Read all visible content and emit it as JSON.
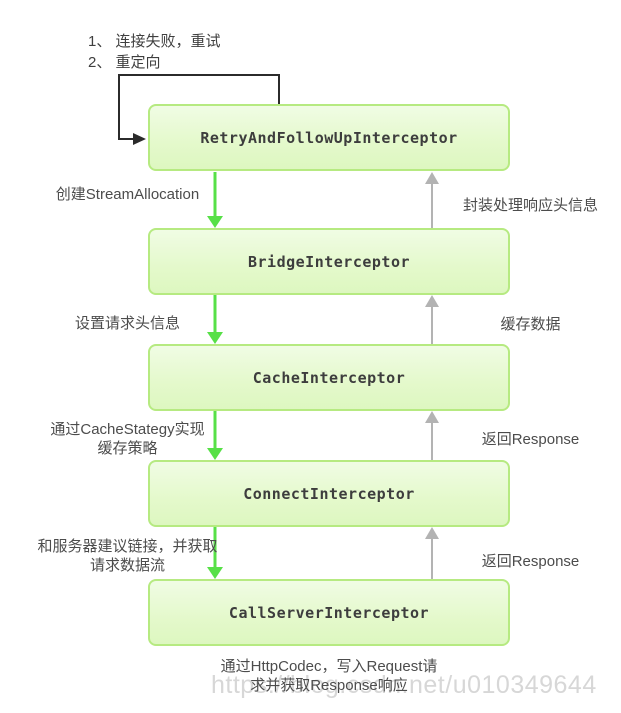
{
  "colors": {
    "box_fill_top": "#f0fce4",
    "box_fill_bottom": "#ddf7c0",
    "box_border": "#b6ea81",
    "box_text": "#3d3d3d",
    "down_arrow_green": "#57e047",
    "up_arrow_gray": "#b3b3b3",
    "loop_line": "#2b2b2b",
    "label_text": "#4c4c4c",
    "watermark_text": "#d7d7d7"
  },
  "top_notes": {
    "line1": "1、 连接失败，重试",
    "line2": "2、 重定向"
  },
  "boxes": [
    {
      "label": "RetryAndFollowUpInterceptor"
    },
    {
      "label": "BridgeInterceptor"
    },
    {
      "label": "CacheInterceptor"
    },
    {
      "label": "ConnectInterceptor"
    },
    {
      "label": "CallServerInterceptor"
    }
  ],
  "left_labels": [
    {
      "lines": [
        "创建StreamAllocation"
      ]
    },
    {
      "lines": [
        "设置请求头信息"
      ]
    },
    {
      "lines": [
        "通过CacheStategy实现",
        "缓存策略"
      ]
    },
    {
      "lines": [
        "和服务器建议链接，并获取",
        "请求数据流"
      ]
    }
  ],
  "right_labels": [
    {
      "lines": [
        "封装处理响应头信息"
      ]
    },
    {
      "lines": [
        "缓存数据"
      ]
    },
    {
      "lines": [
        "返回Response"
      ]
    },
    {
      "lines": [
        "返回Response"
      ]
    }
  ],
  "bottom_note": {
    "line1": "通过HttpCodec，写入Request请",
    "line2": "求并获取Response响应"
  },
  "watermark": "https://blog.csdn.net/u010349644"
}
